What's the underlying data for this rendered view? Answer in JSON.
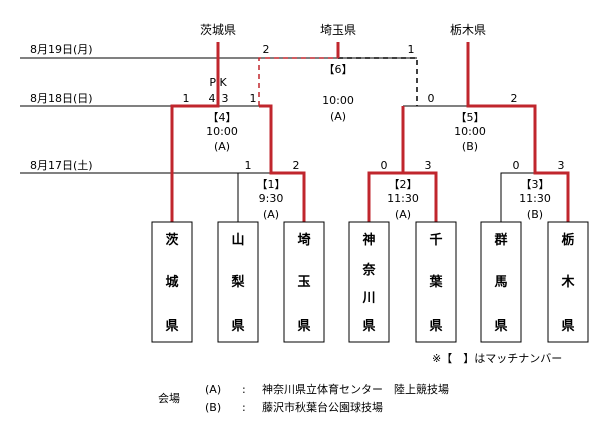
{
  "dates": [
    "8月19日(月)",
    "8月18日(日)",
    "8月17日(土)"
  ],
  "top_labels": {
    "left": "茨城県",
    "center": "埼玉県",
    "right": "栃木県"
  },
  "final": {
    "no": "【6】",
    "time": "10:00",
    "venue": "(A)",
    "score_left": "2",
    "score_right": "1"
  },
  "semis": [
    {
      "no": "【4】",
      "time": "10:00",
      "venue": "(A)",
      "score_left": "1",
      "score_right": "1",
      "pk": "P K",
      "pk_left": "4",
      "pk_right": "3"
    },
    {
      "no": "【5】",
      "time": "10:00",
      "venue": "(B)",
      "score_left": "0",
      "score_right": "2"
    }
  ],
  "firsts": [
    {
      "no": "【1】",
      "time": "9:30",
      "venue": "(A)",
      "score_left": "1",
      "score_right": "2"
    },
    {
      "no": "【2】",
      "time": "11:30",
      "venue": "(A)",
      "score_left": "0",
      "score_right": "3"
    },
    {
      "no": "【3】",
      "time": "11:30",
      "venue": "(B)",
      "score_left": "0",
      "score_right": "3"
    }
  ],
  "teams": [
    {
      "chars": [
        "茨",
        "城",
        "県"
      ]
    },
    {
      "chars": [
        "山",
        "梨",
        "県"
      ]
    },
    {
      "chars": [
        "埼",
        "玉",
        "県"
      ]
    },
    {
      "chars": [
        "神",
        "奈",
        "川",
        "県"
      ]
    },
    {
      "chars": [
        "千",
        "葉",
        "県"
      ]
    },
    {
      "chars": [
        "群",
        "馬",
        "県"
      ]
    },
    {
      "chars": [
        "栃",
        "木",
        "県"
      ]
    }
  ],
  "note": "※【　】はマッチナンバー",
  "venue_label": "会場",
  "venues": [
    {
      "code": "(A)",
      "sep": ":",
      "name": "神奈川県立体育センター　陸上競技場"
    },
    {
      "code": "(B)",
      "sep": ":",
      "name": "藤沢市秋葉台公園球技場"
    }
  ]
}
